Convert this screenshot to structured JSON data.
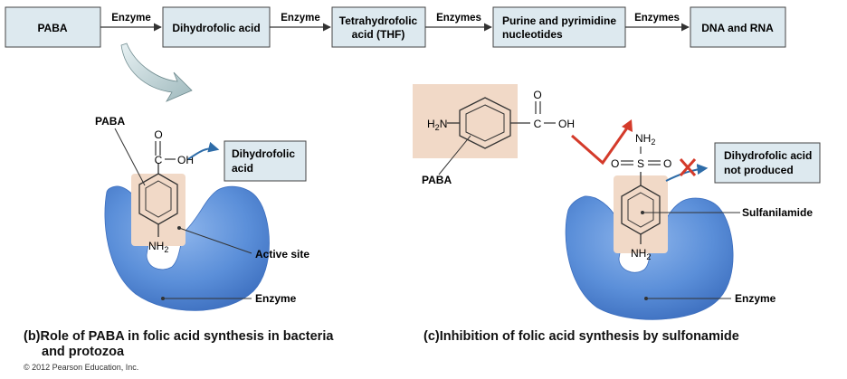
{
  "pathway": {
    "boxes": [
      "PABA",
      "Dihydrofolic acid",
      [
        "Tetrahydrofolic",
        "acid (THF)"
      ],
      [
        "Purine and pyrimidine",
        "nucleotides"
      ],
      "DNA and RNA"
    ],
    "arrows": [
      "Enzyme",
      "Enzyme",
      "Enzymes",
      "Enzymes"
    ]
  },
  "panel_b": {
    "paba_label": "PABA",
    "carbonyl_o": "O",
    "carbon": "C",
    "hydroxyl": "OH",
    "amine": "NH",
    "amine_sub": "2",
    "product": [
      "Dihydrofolic",
      "acid"
    ],
    "active_site": "Active site",
    "enzyme": "Enzyme",
    "caption_line1": "(b)Role of PABA in folic acid synthesis in bacteria",
    "caption_line2": "and protozoa"
  },
  "panel_c": {
    "paba_amine_h": "H",
    "paba_amine_sub": "2",
    "paba_amine_n": "N",
    "carbonyl_o": "O",
    "carbon": "C",
    "hydroxyl": "OH",
    "paba_label": "PABA",
    "sulfonyl_amine": "NH",
    "sulfonyl_amine_sub": "2",
    "sulfur": "S",
    "oxygen_left": "O",
    "oxygen_right": "O",
    "amine": "NH",
    "amine_sub": "2",
    "result": [
      "Dihydrofolic acid",
      "not produced"
    ],
    "drug_label": "Sulfanilamide",
    "enzyme": "Enzyme",
    "caption": "(c)Inhibition of folic acid synthesis by sulfonamide"
  },
  "copyright": "© 2012 Pearson Education, Inc.",
  "colors": {
    "box_fill": "#dde9ef",
    "box_stroke": "#444444",
    "enzyme_blue": "#5b8fd9",
    "substrate_peach": "#f1d9c7",
    "product_arrow": "#2e6ca8",
    "red": "#d43a2a"
  }
}
